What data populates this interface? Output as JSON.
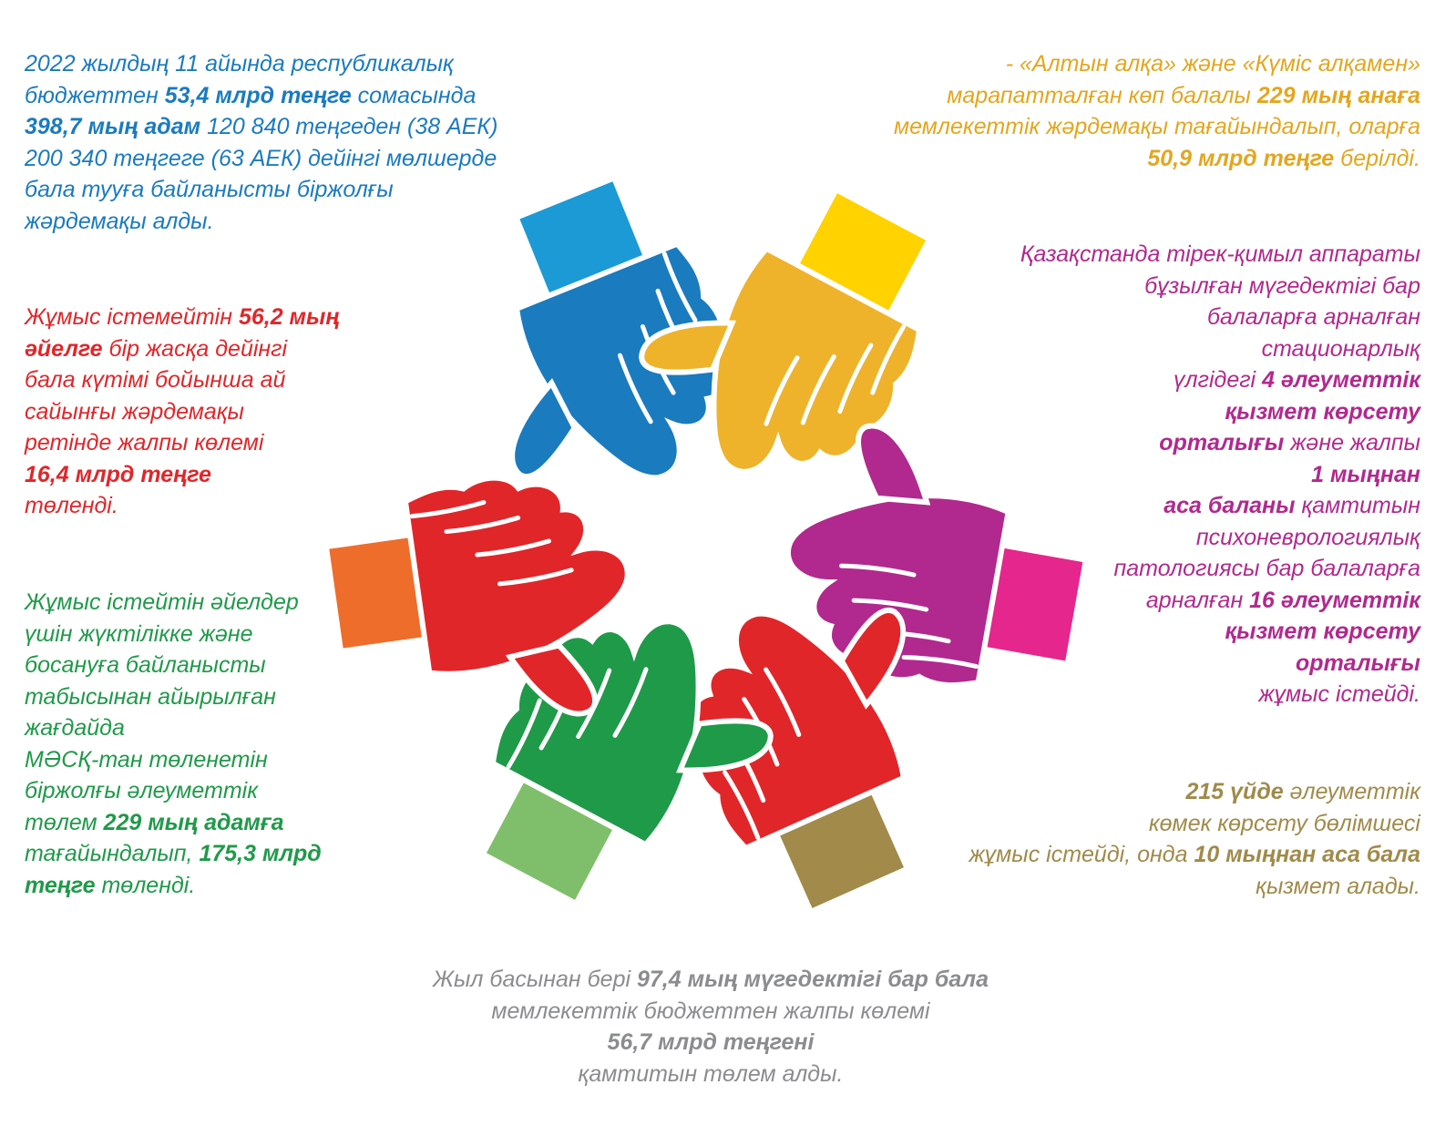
{
  "top_left": {
    "l1": "2022 жылдың 11 айында республикалық",
    "l2a": "бюджеттен ",
    "l2b": "53,4 млрд теңге",
    "l2c": " сомасында",
    "l3a": "398,7 мың адам",
    "l3b": " 120 840 теңгеден (38 АЕК)",
    "l4": "200 340 теңгеге (63 АЕК) дейінгі мөлшерде",
    "l5": "бала тууға байланысты біржолғы",
    "l6": "жәрдемақы алды."
  },
  "top_right": {
    "l1": "- «Алтын алқа» және «Күміс алқамен»",
    "l2a": "марапатталған көп балалы ",
    "l2b": "229 мың анаға",
    "l3": "мемлекеттік жәрдемақы тағайындалып, оларға",
    "l4a": "50,9 млрд теңге",
    "l4b": " берілді."
  },
  "red_block": {
    "l1a": "Жұмыс істемейтін ",
    "l1b": "56,2 мың",
    "l2a": "әйелге",
    "l2b": " бір жасқа дейінгі",
    "l3": "бала күтімі бойынша ай",
    "l4": "сайынғы жәрдемақы",
    "l5": "ретінде жалпы көлемі",
    "l6": "16,4 млрд теңге",
    "l7": "төленді."
  },
  "purple_block": {
    "l1": "Қазақстанда тірек-қимыл аппараты",
    "l2": "бұзылған мүгедектігі бар",
    "l3": "балаларға арналған",
    "l4": "стационарлық",
    "l5a": "үлгідегі ",
    "l5b": "4 әлеуметтік",
    "l6": "қызмет көрсету",
    "l7a": "орталығы",
    "l7b": " және жалпы",
    "l8": "1 мыңнан",
    "l9a": "аса баланы",
    "l9b": " қамтитын",
    "l10": "психоневрологиялық",
    "l11": "патологиясы бар балаларға",
    "l12a": "арналған ",
    "l12b": "16 әлеуметтік",
    "l13": "қызмет көрсету",
    "l14": "орталығы",
    "l15": "жұмыс істейді."
  },
  "green_block": {
    "l1": "Жұмыс істейтін әйелдер",
    "l2": "үшін жүктілікке және",
    "l3": "босануға байланысты",
    "l4": "табысынан айырылған",
    "l5": "жағдайда",
    "l6": "МӘСҚ-тан төленетін",
    "l7": "біржолғы әлеуметтік",
    "l8a": "төлем ",
    "l8b": "229 мың адамға",
    "l9a": "тағайындалып, ",
    "l9b": "175,3 млрд",
    "l10a": "теңге",
    "l10b": " төленді."
  },
  "olive_block": {
    "l1a": "215 үйде",
    "l1b": " әлеуметтік",
    "l2": "көмек көрсету бөлімшесі",
    "l3a": "жұмыс істейді, онда ",
    "l3b": "10 мыңнан аса бала",
    "l4": "қызмет алады."
  },
  "bottom_block": {
    "l1a": "Жыл басынан бері ",
    "l1b": "97,4 мың мүгедектігі бар бала",
    "l2": "мемлекеттік бюджеттен жалпы көлемі",
    "l3": "56,7 млрд теңгені",
    "l4": "қамтитын төлем алды."
  },
  "colors": {
    "blue": "#1a7bbf",
    "light_blue": "#1b9ad6",
    "gold": "#eeb32b",
    "yellow": "#ffd200",
    "red": "#e1262a",
    "orange": "#ee6d2b",
    "purple": "#b1298e",
    "magenta": "#e5268c",
    "green": "#1f9a49",
    "light_green": "#7fbf6b",
    "olive": "#a18a4a",
    "grey": "#8a8c8e"
  },
  "illustration": {
    "icon": "hands-circle-icon"
  }
}
